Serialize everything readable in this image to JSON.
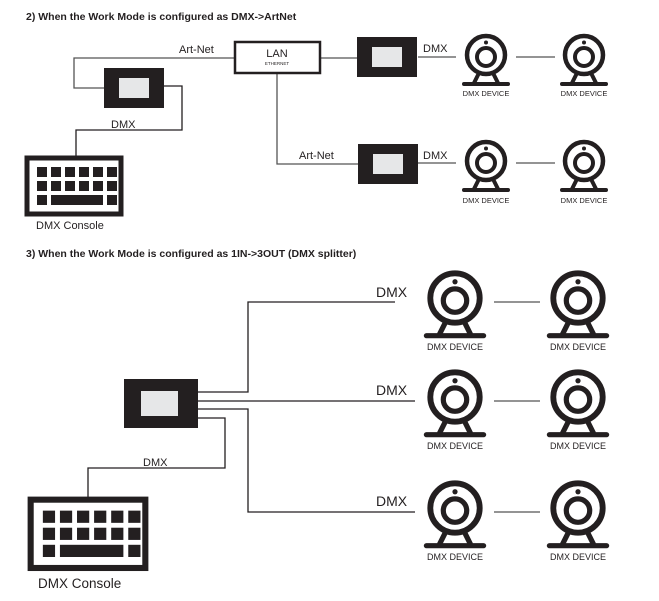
{
  "section2": {
    "title": "2) When the Work Mode is configured as DMX->ArtNet",
    "lan_box": {
      "label": "LAN",
      "sublabel": "ETHERNET"
    },
    "labels": {
      "artnet_top": "Art-Net",
      "artnet_bottom": "Art-Net",
      "dmx_console_link": "DMX",
      "dmx_out_top": "DMX",
      "dmx_out_bottom": "DMX"
    },
    "console_label": "DMX Console",
    "devices": [
      "DMX DEVICE",
      "DMX DEVICE",
      "DMX DEVICE",
      "DMX DEVICE"
    ]
  },
  "section3": {
    "title": "3) When the Work Mode is configured as 1IN->3OUT (DMX splitter)",
    "labels": {
      "dmx_out_1": "DMX",
      "dmx_out_2": "DMX",
      "dmx_out_3": "DMX",
      "dmx_console_link": "DMX"
    },
    "console_label": "DMX Console",
    "devices": [
      "DMX DEVICE",
      "DMX DEVICE",
      "DMX DEVICE",
      "DMX DEVICE",
      "DMX DEVICE",
      "DMX DEVICE"
    ]
  },
  "colors": {
    "ink": "#231f20",
    "wire": "#555555",
    "screen": "#e6e7e8",
    "background": "#ffffff"
  }
}
